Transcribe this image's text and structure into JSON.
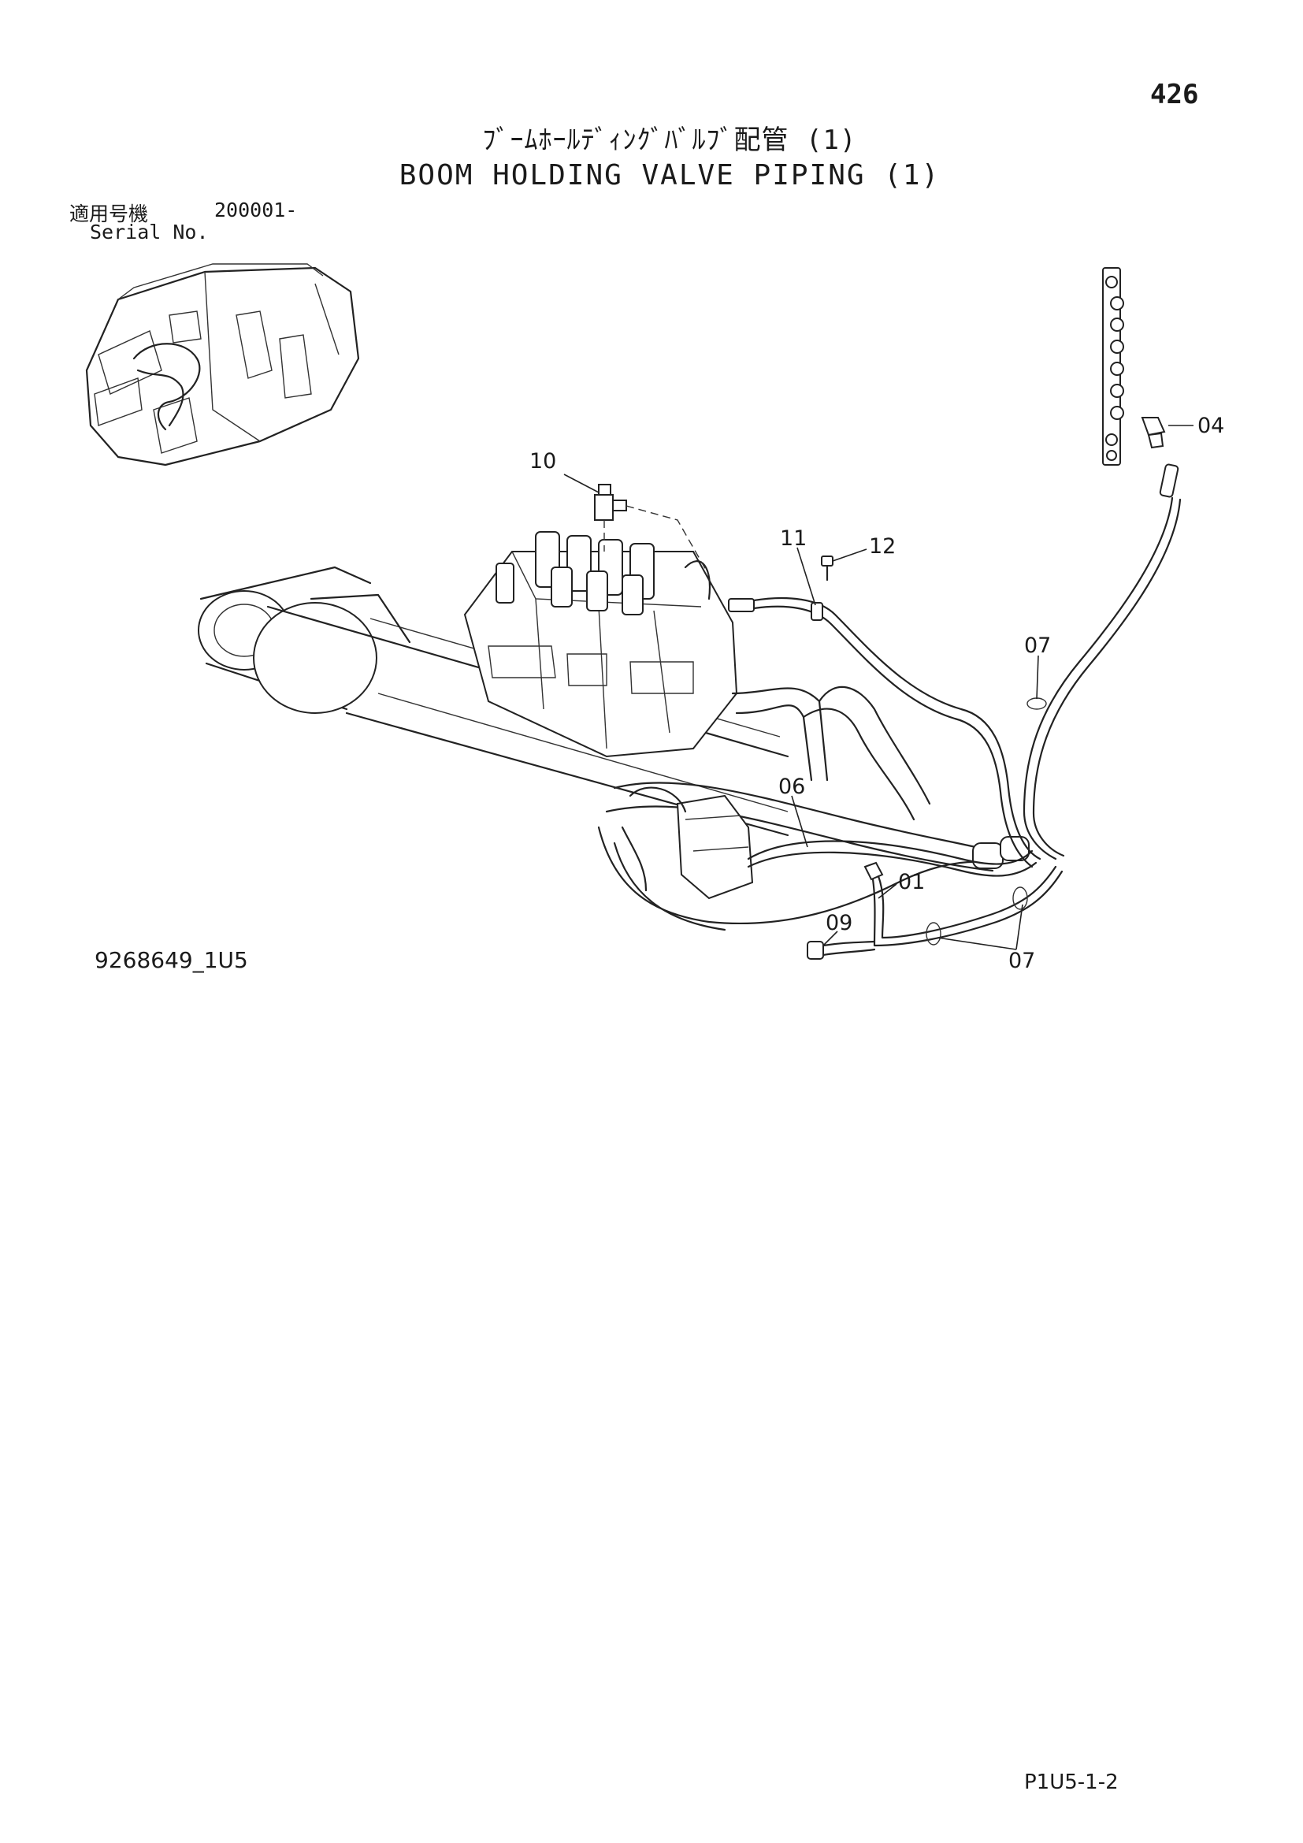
{
  "page": {
    "number": "426",
    "title_jp": "ﾌﾞｰﾑﾎｰﾙﾃﾞｨﾝｸﾞﾊﾞﾙﾌﾞ配管 (1)",
    "title_en": "BOOM HOLDING VALVE PIPING (1)",
    "serial_label_jp": "適用号機",
    "serial_label_en": "Serial No.",
    "serial_range": "200001-",
    "drawing_code": "9268649_1U5",
    "page_code": "P1U5-1-2"
  },
  "callouts": {
    "c04": "04",
    "c10": "10",
    "c11": "11",
    "c12": "12",
    "c07_upper": "07",
    "c06": "06",
    "c01": "01",
    "c09": "09",
    "c07_lower": "07"
  }
}
